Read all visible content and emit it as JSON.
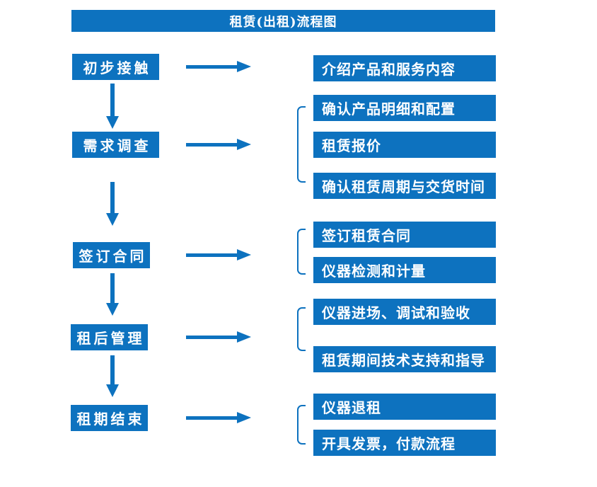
{
  "title": "租赁(出租)流程图",
  "colors": {
    "primary_blue": "#0d72bf",
    "text_on_primary": "#ffffff",
    "background": "#ffffff"
  },
  "stages": [
    {
      "label": "初步接触",
      "details": [
        "介绍产品和服务内容"
      ]
    },
    {
      "label": "需求调查",
      "details": [
        "确认产品明细和配置",
        "租赁报价",
        "确认租赁周期与交货时间"
      ]
    },
    {
      "label": "签订合同",
      "details": [
        "签订租赁合同",
        "仪器检测和计量"
      ]
    },
    {
      "label": "租后管理",
      "details": [
        "仪器进场、调试和验收",
        "租赁期间技术支持和指导"
      ]
    },
    {
      "label": "租期结束",
      "details": [
        "仪器退租",
        "开具发票，付款流程"
      ]
    }
  ],
  "connectors": {
    "down_arrows": 4,
    "right_arrows": 5,
    "brackets": 4,
    "flow": "stages flow top-to-bottom; each stage points right to its detail group"
  }
}
